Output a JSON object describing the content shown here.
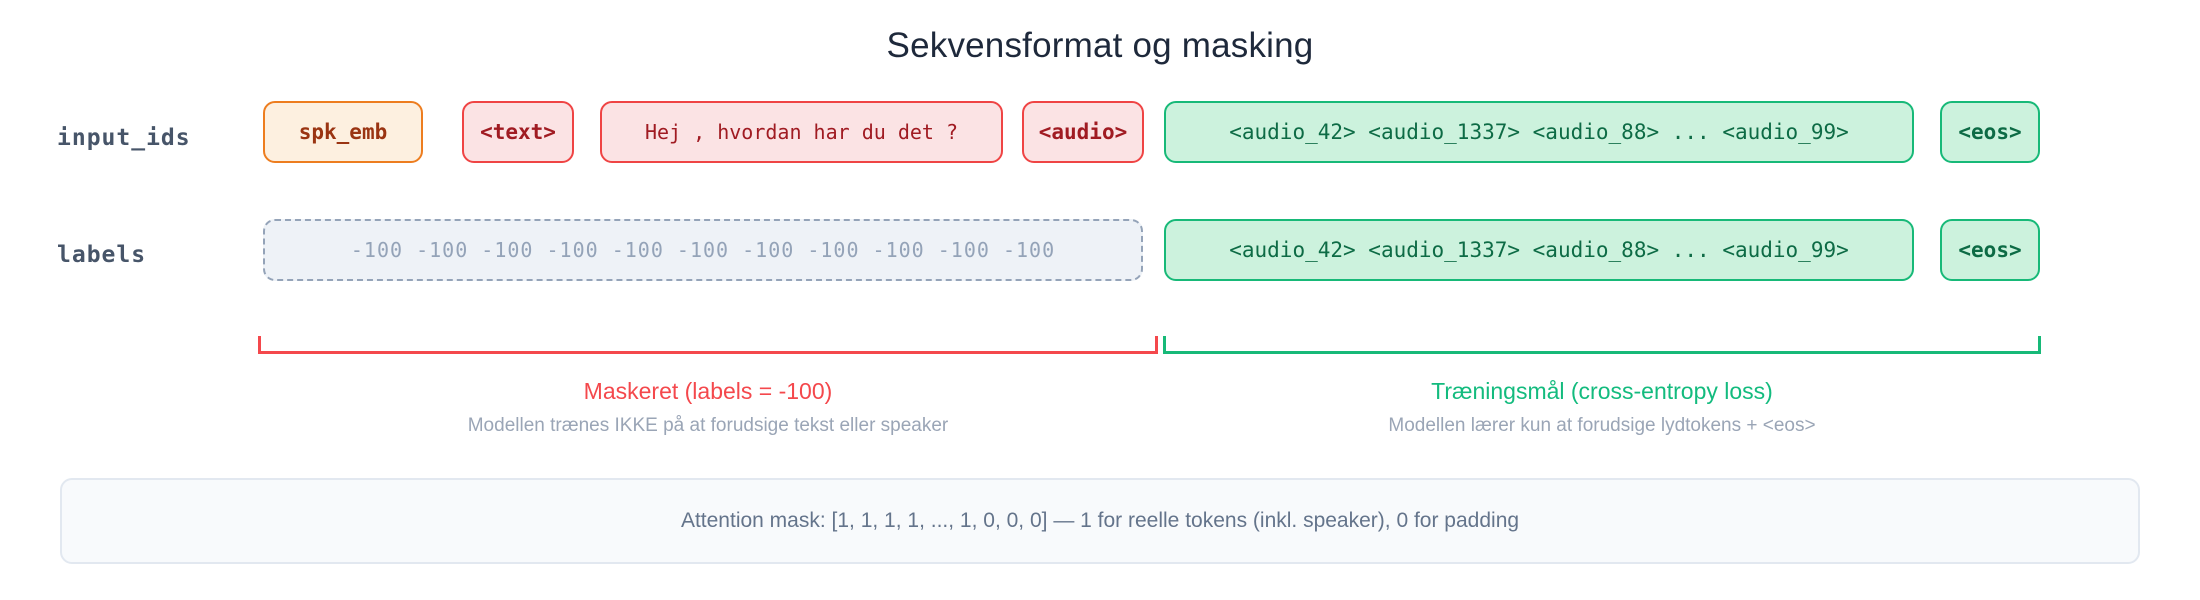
{
  "title": "Sekvensformat og masking",
  "rows": {
    "input_ids": {
      "label": "input_ids",
      "tokens": [
        {
          "name": "spk-emb",
          "text": "spk_emb"
        },
        {
          "name": "text-tag",
          "text": "<text>"
        },
        {
          "name": "text-sequence",
          "text": "Hej , hvordan har du det ?"
        },
        {
          "name": "audio-tag",
          "text": "<audio>"
        },
        {
          "name": "audio-sequence",
          "text": "<audio_42> <audio_1337> <audio_88> ... <audio_99>"
        },
        {
          "name": "eos-tag",
          "text": "<eos>"
        }
      ]
    },
    "labels": {
      "label": "labels",
      "tokens": [
        {
          "name": "masked-span",
          "text": "-100 -100 -100 -100 -100 -100 -100 -100 -100 -100 -100"
        },
        {
          "name": "audio-sequence",
          "text": "<audio_42> <audio_1337> <audio_88> ... <audio_99>"
        },
        {
          "name": "eos-tag",
          "text": "<eos>"
        }
      ]
    }
  },
  "annotations": {
    "masked": {
      "heading": "Maskeret (labels = -100)",
      "subtext": "Modellen trænes IKKE på at forudsige tekst eller speaker",
      "color": "#f4484c"
    },
    "training": {
      "heading": "Træningsmål (cross-entropy loss)",
      "subtext": "Modellen lærer kun at forudsige lydtokens + <eos>",
      "color": "#13bb7e"
    }
  },
  "footer": {
    "note": "Attention mask: [1, 1, 1, 1, ..., 1, 0, 0, 0] — 1 for reelle tokens (inkl. speaker), 0 for padding"
  },
  "palette": {
    "speaker_border": "#ed7d1f",
    "speaker_fill": "#fdf0e0",
    "text_border": "#ef4444",
    "text_fill": "#fbe3e4",
    "audio_border": "#17b978",
    "audio_fill": "#ccf2dd",
    "masked_border": "#94a3b8",
    "masked_fill": "#eef2f7",
    "title_color": "#1e293b"
  }
}
